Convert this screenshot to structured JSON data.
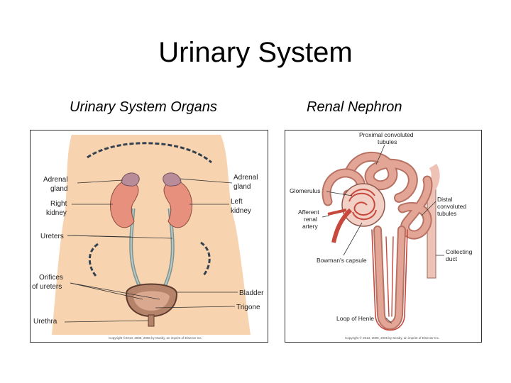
{
  "title": "Urinary System",
  "left_panel": {
    "heading": "Urinary System Organs",
    "labels": {
      "adrenal_gland_left_side": "Adrenal gland",
      "right_kidney": "Right kidney",
      "ureters": "Ureters",
      "orifices_of_ureters": "Orifices of ureters",
      "urethra": "Urethra",
      "adrenal_gland_right_side": "Adrenal gland",
      "left_kidney": "Left kidney",
      "bladder": "Bladder",
      "trigone": "Trigone"
    },
    "copyright": "Copyright ©2013, 2009, 2005 by Mosby, an imprint of Elsevier Inc."
  },
  "right_panel": {
    "heading": "Renal Nephron",
    "labels": {
      "proximal_tubules": "Proximal convoluted tubules",
      "glomerulus": "Glomerulus",
      "afferent_artery": "Afferent renal artery",
      "bowmans_capsule": "Bowman's capsule",
      "loop_of_henle": "Loop of Henle",
      "distal_tubules": "Distal convoluted tubules",
      "collecting_duct": "Collecting duct"
    },
    "copyright": "Copyright © 2013, 2009, 2005 by Mosby, an imprint of Elsevier Inc."
  },
  "colors": {
    "skin": "#f7d3b0",
    "kidney": "#e7907d",
    "adrenal": "#b98c9a",
    "bladder": "#b5826a",
    "ureter": "#9fb2b0",
    "tubule": "#e3a696",
    "vessel": "#c7483d",
    "duct": "#efc2b6"
  }
}
